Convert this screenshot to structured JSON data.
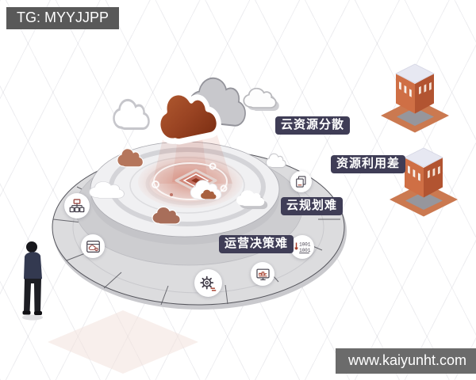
{
  "watermarks": {
    "top_left": "TG: MYYJJPP",
    "bottom_right": "www.kaiyunht.com"
  },
  "pain_points": [
    {
      "id": "cloud-resources-scattered",
      "text": "云资源分散"
    },
    {
      "id": "poor-resource-utilization",
      "text": "资源利用差"
    },
    {
      "id": "cloud-planning-difficult",
      "text": "云规划难"
    },
    {
      "id": "operations-decisions-difficult",
      "text": "运营决策难"
    }
  ],
  "icon_labels": {
    "binary_line_1": "1001",
    "binary_line_2": "1001"
  },
  "icons": [
    {
      "name": "sitemap-icon"
    },
    {
      "name": "browser-cloud-icon"
    },
    {
      "name": "gear-settings-icon"
    },
    {
      "name": "monitor-chart-icon"
    },
    {
      "name": "binary-code-icon"
    },
    {
      "name": "document-copy-icon"
    },
    {
      "name": "main-cloud-icon"
    }
  ],
  "colors": {
    "label_bg": "#3f3d56",
    "top_banner_bg": "#595959",
    "bottom_banner_bg": "#6b6b6b",
    "cloud_orange": "#9a4423",
    "building_orange": "#c0603a",
    "accent_red": "#a33b28",
    "platform_gray": "#dcdcde"
  }
}
